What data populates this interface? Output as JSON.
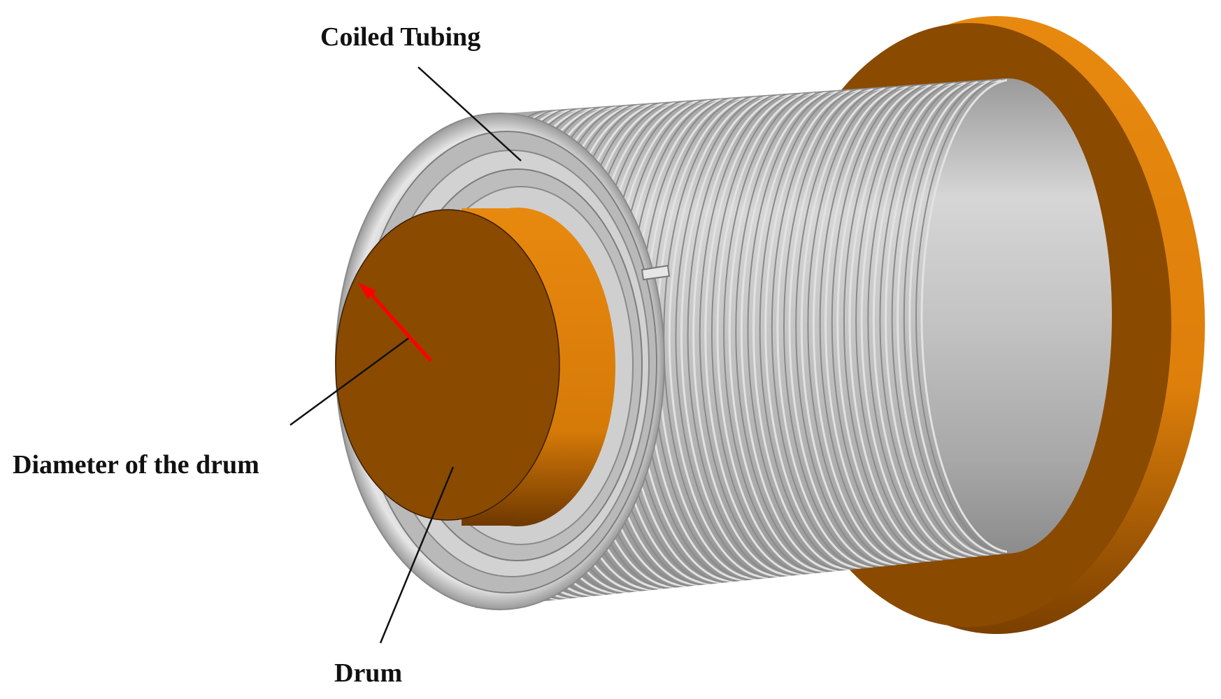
{
  "labels": {
    "coiled_tubing": "Coiled Tubing",
    "diameter": "Diameter of the drum",
    "drum": "Drum"
  },
  "colors": {
    "flange_face": "#8a4a00",
    "flange_rim": "#e5850d",
    "tubing_light": "#d8d8d8",
    "tubing_mid": "#b0b0b0",
    "tubing_dark": "#8e8e8e",
    "drum_face": "#8a4a00",
    "drum_side": "#e5850d",
    "arrow": "#ff0000",
    "leader": "#111111"
  },
  "tubing": {
    "coil_count": 40
  }
}
